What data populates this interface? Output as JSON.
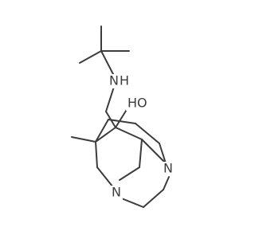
{
  "molecule": {
    "atoms": {
      "nh_n": "N",
      "nh_h": "H",
      "oh": "HO",
      "n_bridge": "N",
      "n_right": "N"
    },
    "colors": {
      "bond": "#3c3c3c",
      "label": "#3c3c3c",
      "background": "#ffffff"
    }
  }
}
